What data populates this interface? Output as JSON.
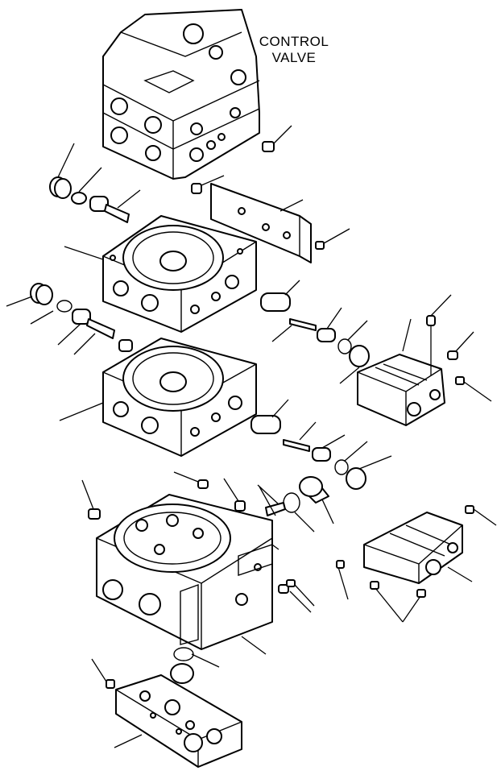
{
  "caption": {
    "line1": "CONTROL",
    "line2": "VALVE"
  },
  "diagram": {
    "type": "exploded-parts-diagram",
    "callout_labels_shown": false
  }
}
